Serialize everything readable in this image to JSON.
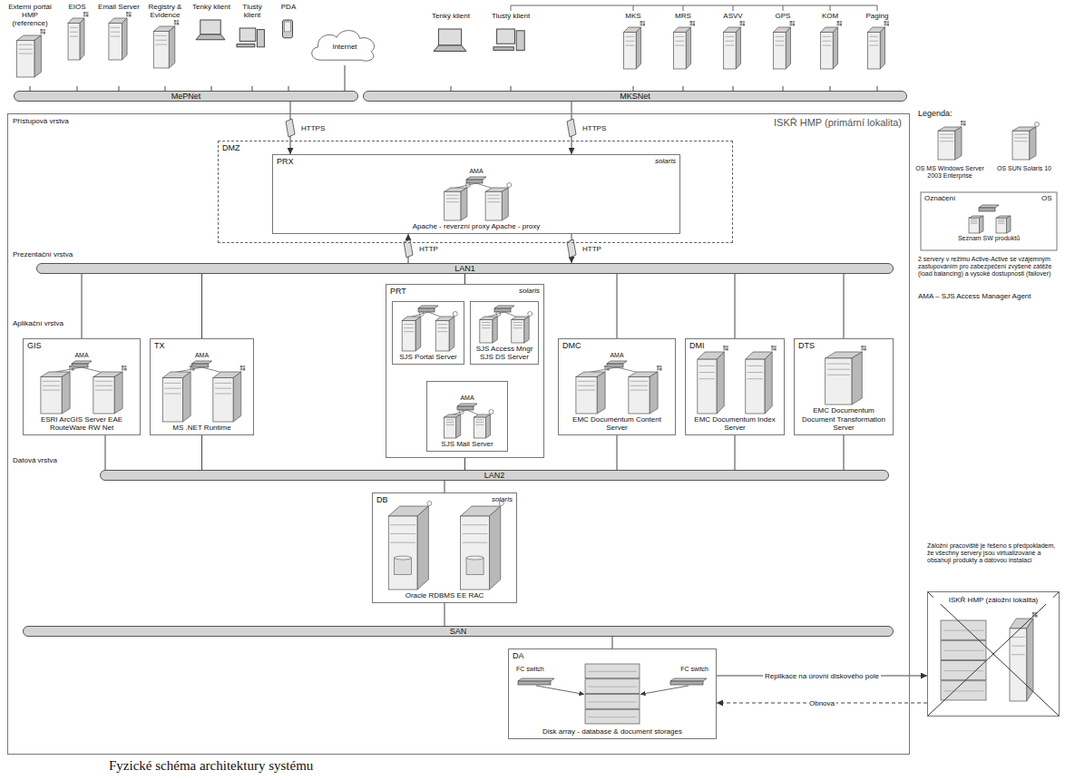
{
  "diagram": {
    "caption": "Fyzické schéma architektury systému",
    "nodes": [
      {
        "text": [
          "Externí portál HMP (reference)"
        ]
      },
      {
        "text": [
          "EIOS"
        ]
      },
      {
        "text": [
          "Email Server"
        ]
      },
      {
        "text": [
          "Registry & Evidence"
        ]
      },
      {
        "text": [
          "Tenký klient"
        ]
      },
      {
        "text": [
          "Tlustý klient"
        ]
      },
      {
        "text": [
          "PDA"
        ]
      },
      {
        "text": [
          "Internet"
        ]
      },
      {
        "text": [
          "Tenký klient"
        ]
      },
      {
        "text": [
          "Tlustý klient"
        ]
      },
      {
        "text": [
          "MKS"
        ]
      },
      {
        "text": [
          "MRS"
        ]
      },
      {
        "text": [
          "ASVV"
        ]
      },
      {
        "text": [
          "GPS"
        ]
      },
      {
        "text": [
          "KOM"
        ]
      },
      {
        "text": [
          "Paging"
        ]
      },
      {
        "text": [
          "MePNet"
        ]
      },
      {
        "text": [
          "MKSNet"
        ]
      },
      {
        "text": [
          "ISKŘ HMP (primární lokalita)"
        ]
      },
      {
        "text": [
          "DMZ"
        ],
        "in": 18
      },
      {
        "text": [
          "PRX",
          "solaris",
          "AMA",
          "Apache - reverzní proxy Apache - proxy"
        ],
        "in": 19
      },
      {
        "text": [
          "LAN1"
        ],
        "in": 18
      },
      {
        "text": [
          "GIS",
          "AMA",
          "ESRI ArcGIS Server EAE RouteWare RW Net"
        ],
        "in": 18
      },
      {
        "text": [
          "TX",
          "AMA",
          "MS .NET Runtime"
        ],
        "in": 18
      },
      {
        "text": [
          "PRT",
          "solaris"
        ],
        "in": 18
      },
      {
        "text": [
          "SJS Portal Server"
        ],
        "in": 24
      },
      {
        "text": [
          "SJS Access Mngr SJS DS Server"
        ],
        "in": 24
      },
      {
        "text": [
          "AMA",
          "SJS Mail Server"
        ],
        "in": 24
      },
      {
        "text": [
          "DMC",
          "AMA",
          "EMC Documentum Content Server"
        ],
        "in": 18
      },
      {
        "text": [
          "DMI",
          "EMC Documentum Index Server"
        ],
        "in": 18
      },
      {
        "text": [
          "DTS",
          "EMC Documentum Document Transformation Server"
        ],
        "in": 18
      },
      {
        "text": [
          "LAN2"
        ],
        "in": 18
      },
      {
        "text": [
          "DB",
          "solaris",
          "Oracle RDBMS EE RAC"
        ],
        "in": 18
      },
      {
        "text": [
          "SAN"
        ],
        "in": 18
      },
      {
        "text": [
          "DA",
          "FC switch",
          "FC switch",
          "Disk array - database & document storages"
        ],
        "in": 18
      },
      {
        "text": [
          "ISKŘ HMP (záložní lokalita)"
        ]
      }
    ],
    "edges": [
      {
        "from": 0,
        "to": 16,
        "arrow": "none"
      },
      {
        "from": 1,
        "to": 16,
        "arrow": "none"
      },
      {
        "from": 2,
        "to": 16,
        "arrow": "none"
      },
      {
        "from": 3,
        "to": 16,
        "arrow": "none"
      },
      {
        "from": 4,
        "to": 16,
        "arrow": "none"
      },
      {
        "from": 5,
        "to": 16,
        "arrow": "none"
      },
      {
        "from": 6,
        "to": 16,
        "arrow": "none"
      },
      {
        "from": 7,
        "to": 16,
        "arrow": "none"
      },
      {
        "from": 8,
        "to": 17,
        "arrow": "none"
      },
      {
        "from": 9,
        "to": 17,
        "arrow": "none"
      },
      {
        "from": 10,
        "to": 17,
        "arrow": "none"
      },
      {
        "from": 11,
        "to": 17,
        "arrow": "none"
      },
      {
        "from": 12,
        "to": 17,
        "arrow": "none"
      },
      {
        "from": 13,
        "to": 17,
        "arrow": "none"
      },
      {
        "from": 14,
        "to": 17,
        "arrow": "none"
      },
      {
        "from": 15,
        "to": 17,
        "arrow": "none"
      },
      {
        "from": 16,
        "to": 20,
        "label": "HTTPS",
        "arrow": "to"
      },
      {
        "from": 17,
        "to": 20,
        "label": "HTTPS",
        "arrow": "to"
      },
      {
        "from": 21,
        "to": 20,
        "label": "HTTP",
        "arrow": "to"
      },
      {
        "from": 20,
        "to": 21,
        "label": "HTTP",
        "arrow": "to"
      },
      {
        "from": 21,
        "to": 22,
        "arrow": "none"
      },
      {
        "from": 21,
        "to": 23,
        "arrow": "none"
      },
      {
        "from": 21,
        "to": 24,
        "arrow": "none"
      },
      {
        "from": 21,
        "to": 28,
        "arrow": "none"
      },
      {
        "from": 21,
        "to": 29,
        "arrow": "none"
      },
      {
        "from": 21,
        "to": 30,
        "arrow": "none"
      },
      {
        "from": 22,
        "to": 31,
        "arrow": "none"
      },
      {
        "from": 23,
        "to": 31,
        "arrow": "none"
      },
      {
        "from": 24,
        "to": 31,
        "arrow": "none"
      },
      {
        "from": 28,
        "to": 31,
        "arrow": "none"
      },
      {
        "from": 29,
        "to": 31,
        "arrow": "none"
      },
      {
        "from": 30,
        "to": 31,
        "arrow": "none"
      },
      {
        "from": 32,
        "to": 31,
        "arrow": "none"
      },
      {
        "from": 32,
        "to": 33,
        "arrow": "none"
      },
      {
        "from": 34,
        "to": 33,
        "arrow": "none"
      },
      {
        "from": 34,
        "to": 35,
        "label": "Replikace na úrovni diskového pole",
        "arrow": "to"
      },
      {
        "from": 35,
        "to": 34,
        "label": "Obnova",
        "arrow": "to"
      }
    ],
    "labels": [
      "Přístupová vrstva",
      "Prezentační vrstva",
      "Aplikační vrstva",
      "Datová vrstva",
      "Legenda:",
      "Označení",
      "OS",
      "2 servery v režimu Active-Active se vzájemným zastupováním pro zabezpečení zvýšené zátěže (load balancing) a vysoké dostupnosti (failover)",
      "AMA – SJS Access Manager Agent",
      "Záložní pracoviště je řešeno s předpokladem, že všechny servery jsou virtualizované a obsahují produkty a datovou instalaci"
    ],
    "legend": [
      {
        "text": "OS MS Windows Server 2003 Enterprise"
      },
      {
        "text": "OS SUN Solaris 10"
      },
      {
        "text": "Seznam SW produktů"
      }
    ]
  }
}
